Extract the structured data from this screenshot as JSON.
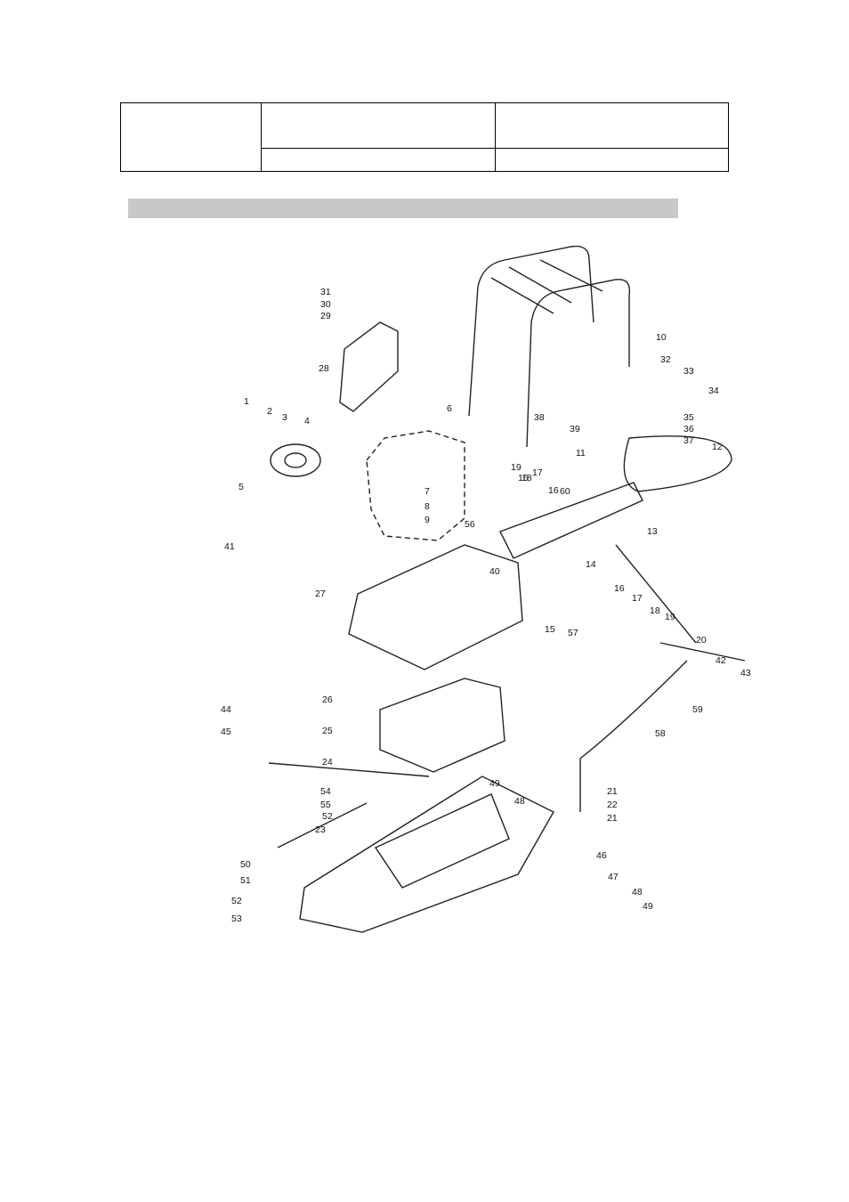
{
  "header_table": {
    "rows": [
      [
        "",
        "",
        ""
      ],
      [
        "",
        ""
      ]
    ]
  },
  "diagram": {
    "part_labels": [
      "1",
      "2",
      "3",
      "4",
      "5",
      "6",
      "7",
      "8",
      "9",
      "10",
      "11",
      "12",
      "13",
      "14",
      "15",
      "16",
      "16",
      "16",
      "17",
      "17",
      "18",
      "18",
      "19",
      "19",
      "20",
      "21",
      "21",
      "22",
      "23",
      "24",
      "25",
      "26",
      "27",
      "28",
      "29",
      "30",
      "31",
      "32",
      "33",
      "34",
      "35",
      "36",
      "37",
      "38",
      "39",
      "40",
      "41",
      "42",
      "43",
      "44",
      "45",
      "46",
      "47",
      "48",
      "48",
      "49",
      "49",
      "50",
      "51",
      "52",
      "52",
      "53",
      "54",
      "55",
      "56",
      "57",
      "58",
      "59",
      "60"
    ]
  }
}
